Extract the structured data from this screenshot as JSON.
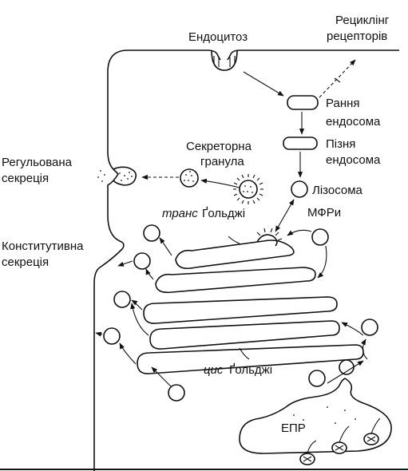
{
  "labels": {
    "endocytosis": "Ендоцитоз",
    "recycling_line1": "Рециклінг",
    "recycling_line2": "рецепторів",
    "early_endosome_line1": "Рання",
    "early_endosome_line2": "ендосома",
    "late_endosome_line1": "Пізня",
    "late_endosome_line2": "ендосома",
    "secretory_granule_line1": "Секреторна",
    "secretory_granule_line2": "гранула",
    "regulated_line1": "Регульована",
    "regulated_line2": "секреція",
    "lysosome": "Лізосома",
    "trans_italic": "транс",
    "trans_golgi": "Ґольджі",
    "mpr": "МФРи",
    "constitutive_line1": "Конститутивна",
    "constitutive_line2": "секреція",
    "cis_italic": "цис",
    "cis_golgi": "Ґольджі",
    "er": "ЕПР"
  }
}
